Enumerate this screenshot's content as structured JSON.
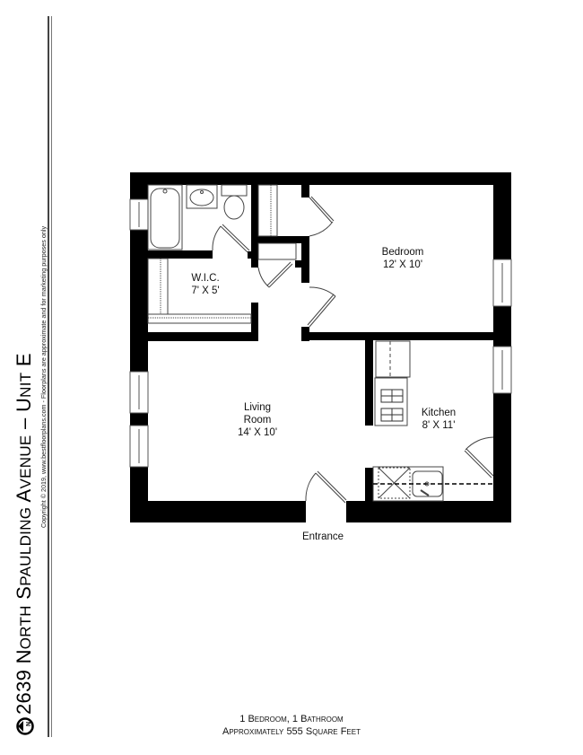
{
  "title": {
    "number": "2639",
    "street_words": [
      {
        "first": "N",
        "rest": "ORTH"
      },
      {
        "first": "S",
        "rest": "PAULDING"
      },
      {
        "first": "A",
        "rest": "VENUE"
      }
    ],
    "separator": " – ",
    "unit_first": "U",
    "unit_rest": "NIT",
    "unit_letter": "E",
    "full_text": "2639 North Spaulding Avenue – Unit E"
  },
  "copyright": "Copyright © 2019, www.bestfloorplans.com - Floorplans are approximate and for marketing purposes only",
  "rooms": [
    {
      "id": "wic",
      "name": "W.I.C.",
      "dimensions": "7' X 5'"
    },
    {
      "id": "bedroom",
      "name": "Bedroom",
      "dimensions": "12' X 10'"
    },
    {
      "id": "living",
      "name_line1": "Living",
      "name_line2": "Room",
      "dimensions": "14' X 10'"
    },
    {
      "id": "kitchen",
      "name": "Kitchen",
      "dimensions": "8' X 11'"
    }
  ],
  "entrance_label": "Entrance",
  "summary": {
    "line1": "1 Bedroom, 1 Bathroom",
    "line2": "Approximately 555 Square Feet",
    "bedrooms": 1,
    "bathrooms": 1,
    "square_feet": 555
  },
  "compass": {
    "label": "N"
  },
  "colors": {
    "wall": "#000000",
    "fixture": "#555555",
    "background": "#ffffff"
  }
}
